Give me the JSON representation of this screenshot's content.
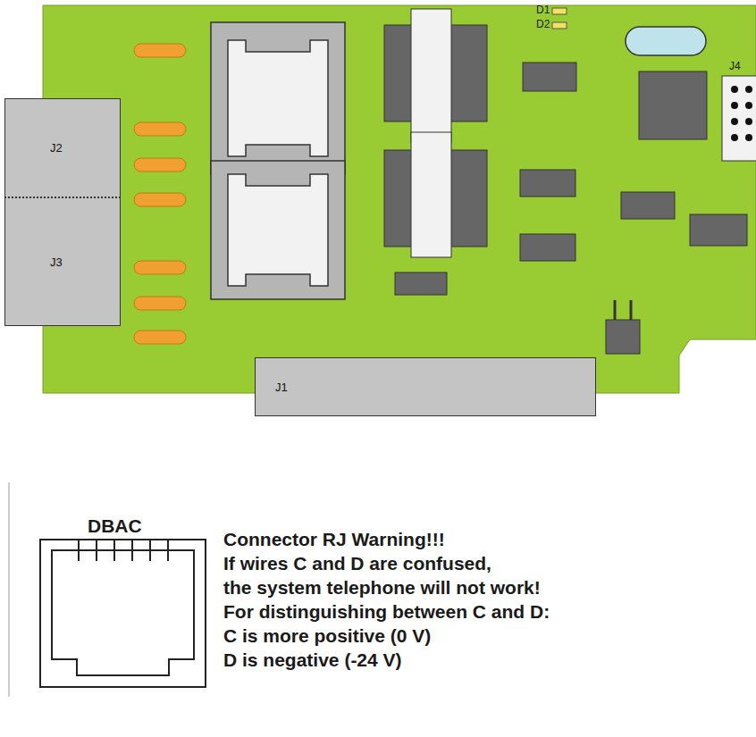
{
  "diagram": {
    "nodes": [
      {
        "text": [
          "J2"
        ]
      },
      {
        "text": [
          "J3"
        ]
      },
      {
        "text": [
          "J1"
        ]
      }
    ],
    "labels": [
      "D1",
      "D2",
      "J4",
      "DBAC",
      "Connector RJ Warning!!!",
      "If wires C and D are confused,",
      "the system telephone will not work!",
      "For distinguishing between C and D:",
      "C is more positive (0 V)",
      "D is negative (-24 V)"
    ]
  }
}
